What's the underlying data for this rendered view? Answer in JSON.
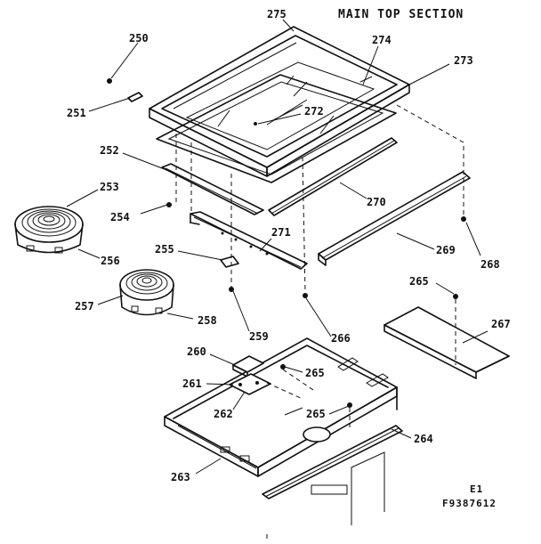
{
  "title": "MAIN TOP SECTION",
  "figure_code": "E1",
  "drawing_number": "F9387612",
  "labels": {
    "p250": "250",
    "p251": "251",
    "p252": "252",
    "p253": "253",
    "p254": "254",
    "p255": "255",
    "p256": "256",
    "p257": "257",
    "p258": "258",
    "p259": "259",
    "p260": "260",
    "p261": "261",
    "p262": "262",
    "p263": "263",
    "p264": "264",
    "p265a": "265",
    "p265b": "265",
    "p265c": "265",
    "p266": "266",
    "p267": "267",
    "p268": "268",
    "p269": "269",
    "p270": "270",
    "p271": "271",
    "p272": "272",
    "p273": "273",
    "p274": "274",
    "p275": "275"
  }
}
